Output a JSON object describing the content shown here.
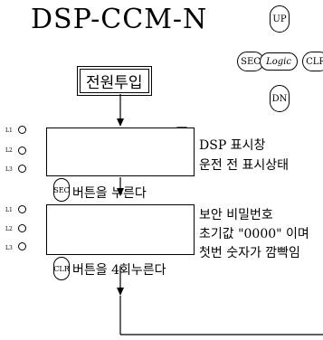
{
  "title": "DSP-CCM-N",
  "keypad": {
    "up": "UP",
    "dn": "DN",
    "sec": "SEC",
    "clr": "CLR",
    "logic": "Logic"
  },
  "power_label": "전원투입",
  "led_labels": [
    "L1",
    "L2",
    "L3"
  ],
  "display1": {
    "line1": "DSP 표시창",
    "line2": "운전 전 표시상태",
    "button": "SEC",
    "button_text": "버튼을 누른다"
  },
  "display2": {
    "led_labels": [
      "L1",
      "L2",
      "L3"
    ],
    "line1": "보안 비밀번호",
    "line2": "초기값 \"0000\" 이며",
    "line3": "첫번 숫자가 깜빡임",
    "button": "CLR",
    "button_text": "버튼을 4회누른다"
  }
}
